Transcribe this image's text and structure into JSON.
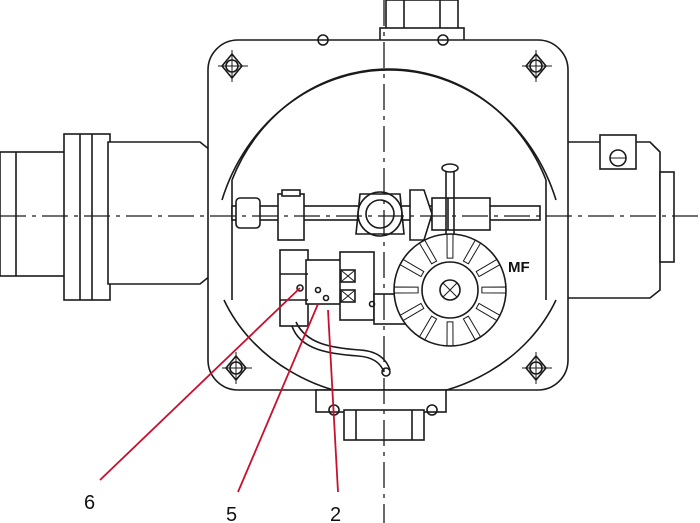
{
  "callouts": [
    {
      "label": "6"
    },
    {
      "label": "5"
    },
    {
      "label": "2"
    }
  ],
  "marking": "MF",
  "colors": {
    "line": "#1a1a1a",
    "leader": "#c8102e",
    "background": "#ffffff"
  }
}
